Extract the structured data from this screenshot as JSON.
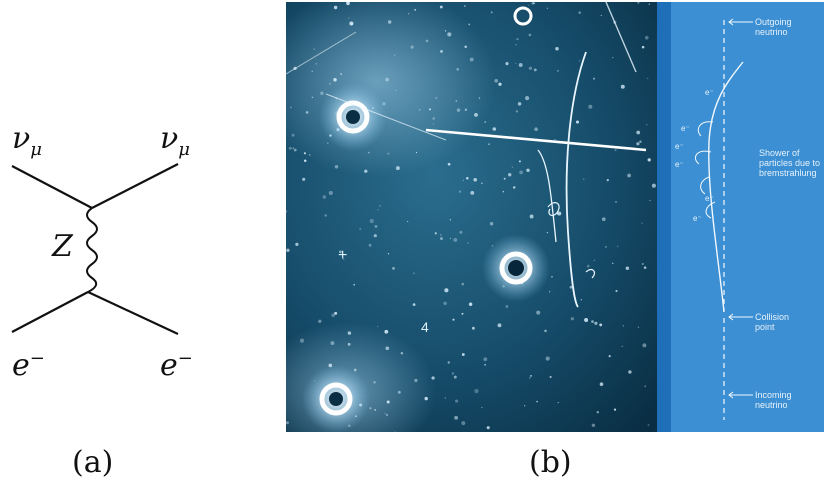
{
  "panel_a": {
    "labels": {
      "top_left": {
        "base": "ν",
        "script": "μ"
      },
      "top_right": {
        "base": "ν",
        "script": "μ"
      },
      "boson": "Z",
      "bottom_left": {
        "base": "e",
        "script": "−"
      },
      "bottom_right": {
        "base": "e",
        "script": "−"
      }
    },
    "caption": "(a)"
  },
  "panel_b": {
    "caption": "(b)",
    "annotations": {
      "outgoing": "Outgoing\nneutrino",
      "shower": "Shower of\nparticles due to\nbremstrahlung",
      "collision": "Collision\npoint",
      "incoming": "Incoming\nneutrino"
    },
    "electron_label": "e⁻",
    "colors": {
      "photo_bg": "#0e3d57",
      "schematic_bg": "#3b8fd2",
      "divider": "#1f6fb8"
    }
  }
}
